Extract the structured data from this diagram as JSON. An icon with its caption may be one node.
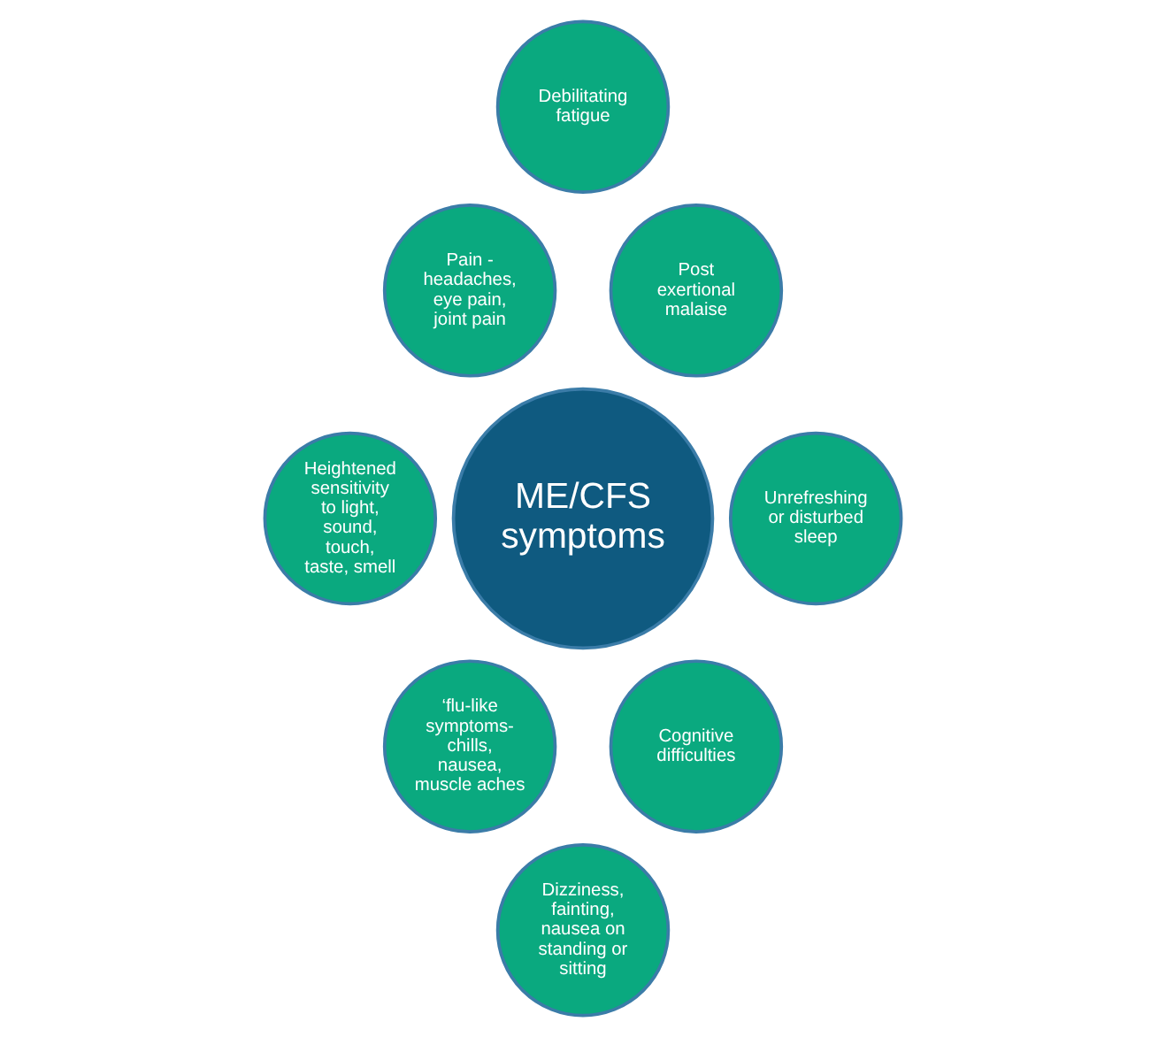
{
  "diagram": {
    "nodes": [
      {
        "text": [
          "ME/CFS symptoms"
        ]
      },
      {
        "text": [
          "Debilitating fatigue"
        ]
      },
      {
        "text": [
          "Post exertional malaise"
        ]
      },
      {
        "text": [
          "Unrefreshing or disturbed sleep"
        ]
      },
      {
        "text": [
          "Cognitive difficulties"
        ]
      },
      {
        "text": [
          "Dizziness, fainting, nausea on standing or sitting"
        ]
      },
      {
        "text": [
          "‘flu-like symptoms- chills, nausea, muscle aches"
        ]
      },
      {
        "text": [
          "Heightened sensitivity to light, sound, touch, taste, smell"
        ]
      },
      {
        "text": [
          "Pain - headaches, eye pain, joint pain"
        ]
      }
    ]
  }
}
